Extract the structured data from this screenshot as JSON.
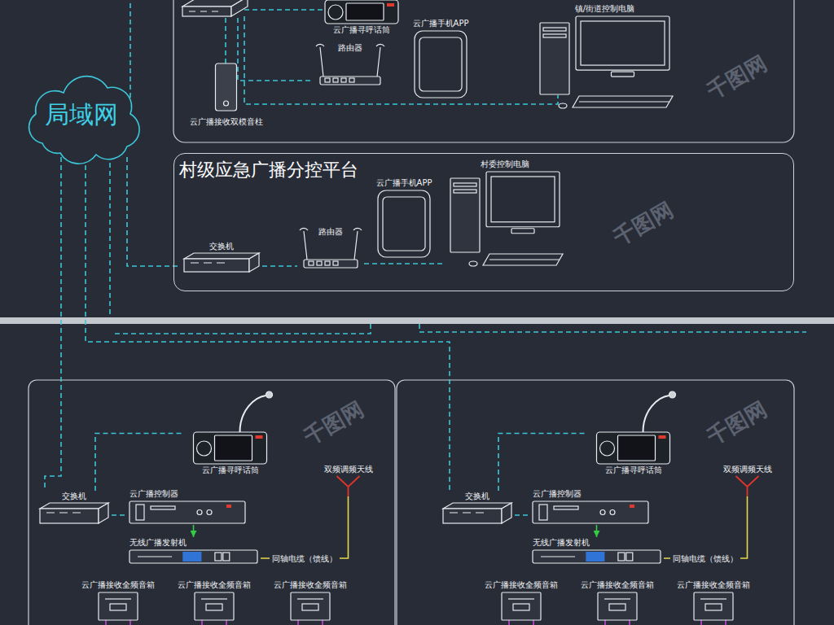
{
  "diagram": {
    "nodes": [
      {
        "text": [
          "局域网"
        ]
      },
      {
        "text": [
          "云广播寻呼话筒"
        ]
      },
      {
        "text": [
          "云广播手机APP"
        ]
      },
      {
        "text": [
          "镇/街道控制电脑"
        ]
      },
      {
        "text": [
          "路由器"
        ]
      },
      {
        "text": [
          "云广播接收双模音柱"
        ]
      },
      {
        "text": [
          "村级应急广播分控平台"
        ]
      },
      {
        "text": [
          "云广播手机APP"
        ],
        "in": 6
      },
      {
        "text": [
          "村委控制电脑"
        ],
        "in": 6
      },
      {
        "text": [
          "路由器"
        ],
        "in": 6
      },
      {
        "text": [
          "交换机"
        ],
        "in": 6
      },
      {
        "text": [
          "云广播寻呼话筒"
        ]
      },
      {
        "text": [
          "交换机"
        ]
      },
      {
        "text": [
          "云广播控制器"
        ]
      },
      {
        "text": [
          "无线广播发射机"
        ]
      },
      {
        "text": [
          "双频调频天线"
        ]
      },
      {
        "text": [
          "云广播接收全频音箱"
        ]
      },
      {
        "text": [
          "云广播接收全频音箱"
        ]
      },
      {
        "text": [
          "云广播接收全频音箱"
        ]
      },
      {
        "text": [
          "云广播寻呼话筒"
        ]
      },
      {
        "text": [
          "交换机"
        ]
      },
      {
        "text": [
          "云广播控制器"
        ]
      },
      {
        "text": [
          "无线广播发射机"
        ]
      },
      {
        "text": [
          "双频调频天线"
        ]
      },
      {
        "text": [
          "云广播接收全频音箱"
        ]
      },
      {
        "text": [
          "云广播接收全频音箱"
        ]
      },
      {
        "text": [
          "云广播接收全频音箱"
        ]
      }
    ],
    "edges": [
      {
        "from": 0,
        "to": 10,
        "arrow": "none"
      },
      {
        "from": 10,
        "to": 9,
        "arrow": "none"
      },
      {
        "from": 9,
        "to": 8,
        "arrow": "none"
      },
      {
        "from": 0,
        "to": 12,
        "arrow": "none"
      },
      {
        "from": 0,
        "to": 20,
        "arrow": "none"
      },
      {
        "from": 12,
        "to": 11,
        "arrow": "none"
      },
      {
        "from": 12,
        "to": 13,
        "arrow": "none"
      },
      {
        "from": 13,
        "to": 14,
        "arrow": "to"
      },
      {
        "from": 14,
        "to": 15,
        "arrow": "none",
        "label": "同轴电缆（馈线）"
      },
      {
        "from": 20,
        "to": 19,
        "arrow": "none"
      },
      {
        "from": 20,
        "to": 21,
        "arrow": "none"
      },
      {
        "from": 21,
        "to": 22,
        "arrow": "to"
      },
      {
        "from": 22,
        "to": 23,
        "arrow": "none",
        "label": "同轴电缆（馈线）"
      }
    ],
    "labels": [
      "千图网",
      "千图网",
      "千图网",
      "千图网"
    ]
  }
}
